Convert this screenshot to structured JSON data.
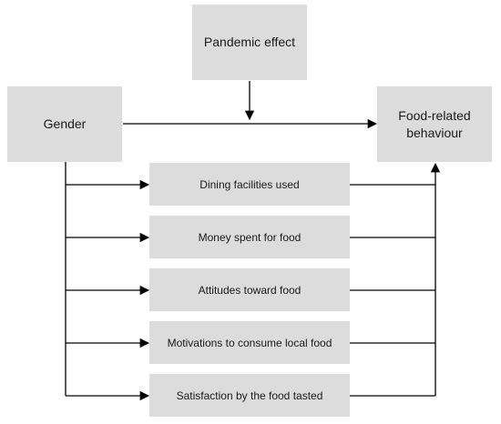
{
  "nodes": {
    "pandemic": "Pandemic effect",
    "gender": "Gender",
    "outcome": "Food-related\nbehaviour",
    "mediators": [
      "Dining facilities used",
      "Money spent for food",
      "Attitudes toward food",
      "Motivations to consume local food",
      "Satisfaction by the food tasted"
    ]
  },
  "colors": {
    "box_fill": "#dcdcdc",
    "line": "#000000",
    "text": "#1a1a1a"
  }
}
